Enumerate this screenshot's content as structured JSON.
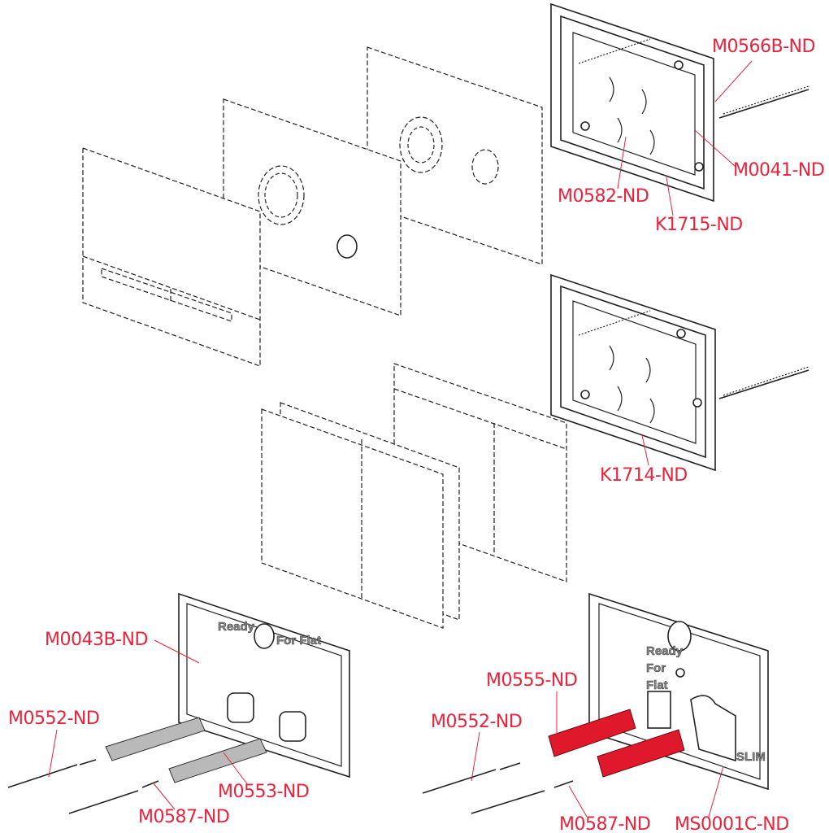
{
  "colors": {
    "label": "#e8243c",
    "highlight_part": "#e0182c",
    "gray_part": "#b9b9b9"
  },
  "labels": {
    "m0566b": "M0566B-ND",
    "m0041": "M0041-ND",
    "m0582": "M0582-ND",
    "k1715": "K1715-ND",
    "k1714": "K1714-ND",
    "m0043b": "M0043B-ND",
    "m0555": "M0555-ND",
    "m0552_left": "M0552-ND",
    "m0552_right": "M0552-ND",
    "m0553": "M0553-ND",
    "m0587_left": "M0587-ND",
    "m0587_right": "M0587-ND",
    "ms0001c": "MS0001C-ND"
  },
  "embossed": {
    "left_plate": [
      "Ready",
      "For Flat"
    ],
    "right_plate": [
      "Ready",
      "For",
      "Flat",
      "SLIM"
    ]
  }
}
